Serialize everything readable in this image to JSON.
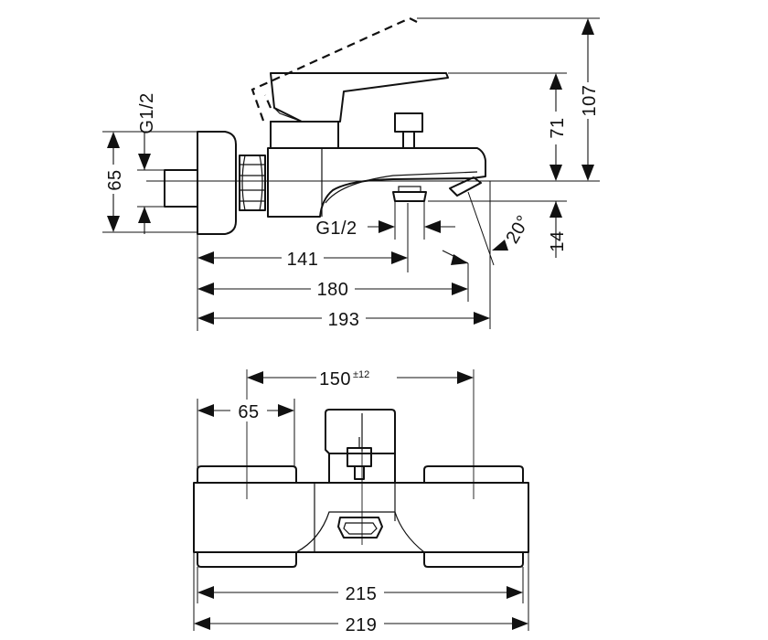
{
  "side_view": {
    "dims": {
      "d141": "141",
      "d180": "180",
      "d193": "193",
      "d65": "65",
      "d107": "107",
      "d71": "71",
      "d14": "14",
      "angle": "20°",
      "thread_left": "G1/2",
      "thread_bottom": "G1/2"
    }
  },
  "top_view": {
    "dims": {
      "d150": "150",
      "d150_tol": "±12",
      "d65": "65",
      "d215": "215",
      "d219": "219"
    }
  },
  "colors": {
    "line": "#111111",
    "background": "#ffffff"
  }
}
